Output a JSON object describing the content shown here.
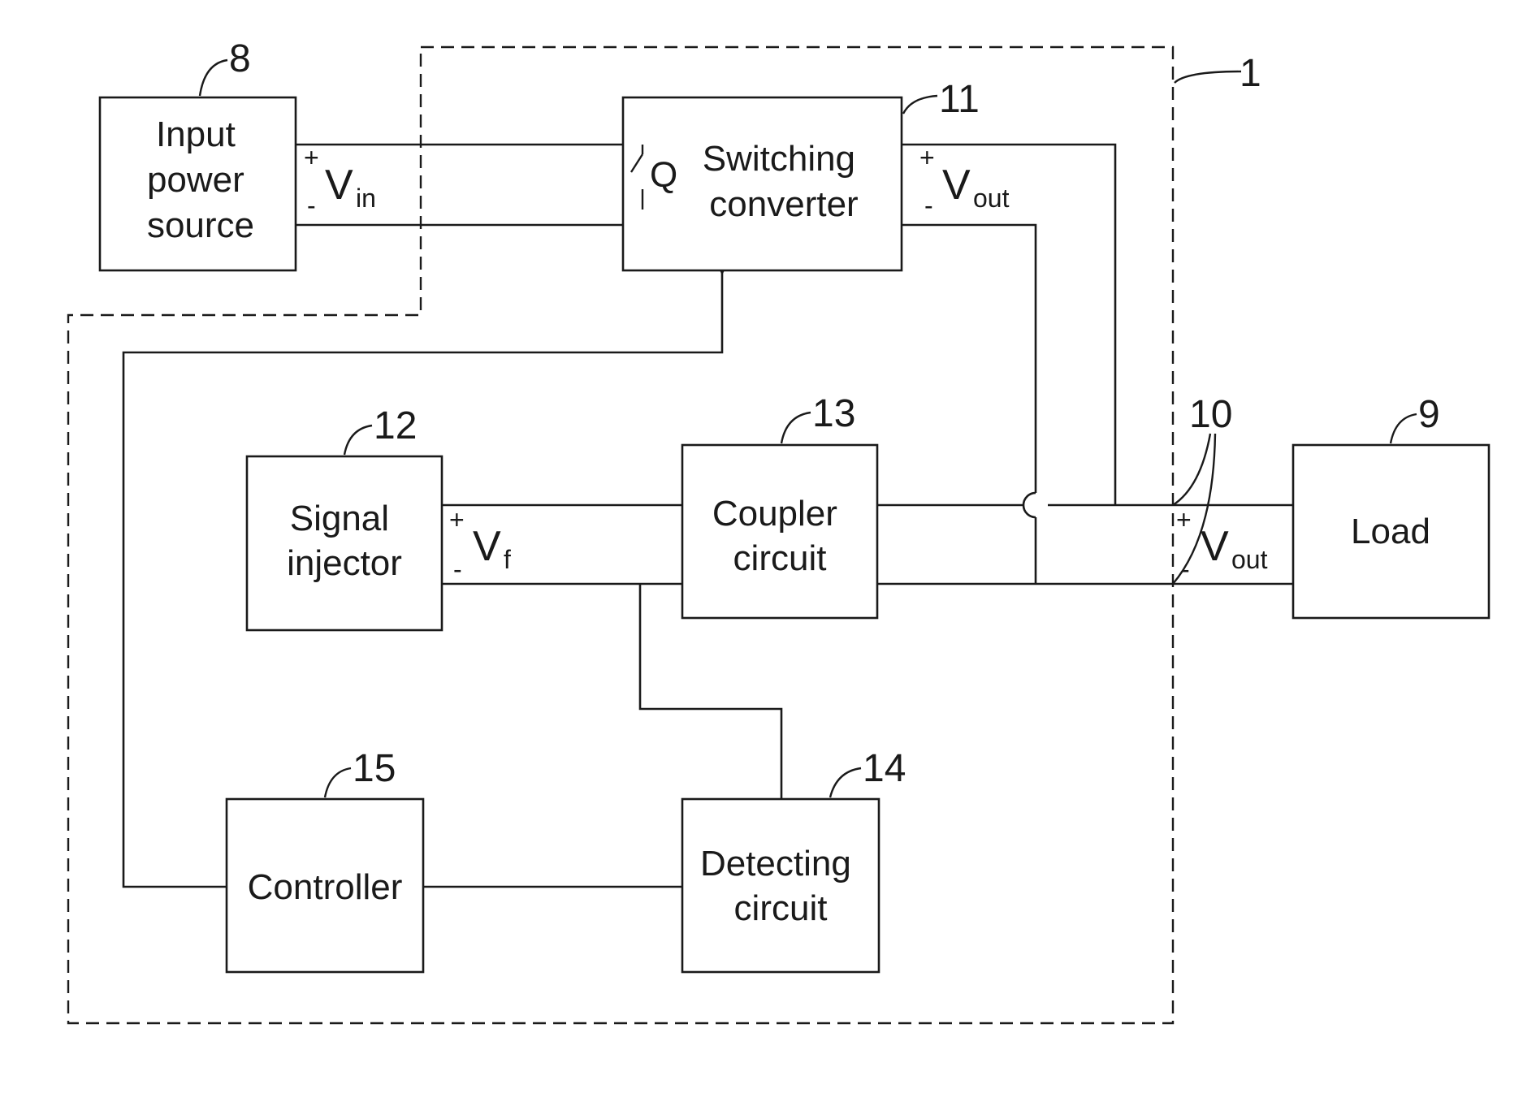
{
  "blocks": {
    "input_source": {
      "number": "8",
      "lines": [
        "Input",
        "power",
        "source"
      ]
    },
    "switching_converter": {
      "number": "11",
      "lines": [
        "Switching",
        "converter"
      ],
      "switch_label": "Q"
    },
    "signal_injector": {
      "number": "12",
      "lines": [
        "Signal",
        "injector"
      ]
    },
    "coupler": {
      "number": "13",
      "lines": [
        "Coupler",
        "circuit"
      ]
    },
    "detecting": {
      "number": "14",
      "lines": [
        "Detecting",
        "circuit"
      ]
    },
    "controller": {
      "number": "15",
      "lines": [
        "Controller"
      ]
    },
    "load": {
      "number": "9",
      "lines": [
        "Load"
      ]
    }
  },
  "system_number": "1",
  "output_terminal_number": "10",
  "voltages": {
    "vin": {
      "symbol": "V",
      "sub": "in",
      "plus": "+",
      "minus": "-"
    },
    "vout_converter": {
      "symbol": "V",
      "sub": "out",
      "plus": "+",
      "minus": "-"
    },
    "vf": {
      "symbol": "V",
      "sub": "f",
      "plus": "+",
      "minus": "-"
    },
    "vout_load": {
      "symbol": "V",
      "sub": "out",
      "plus": "+",
      "minus": "-"
    }
  }
}
